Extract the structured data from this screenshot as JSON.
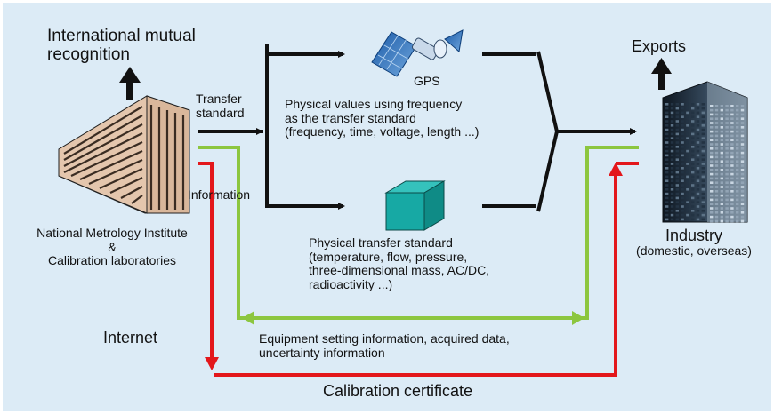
{
  "labels": {
    "international_recognition": [
      "International mutual",
      "recognition"
    ],
    "exports": "Exports",
    "transfer_standard": [
      "Transfer",
      "standard"
    ],
    "information": "Information",
    "gps": "GPS",
    "physical_values": [
      "Physical values using frequency",
      "as the transfer standard",
      "(frequency, time, voltage, length ...)"
    ],
    "physical_transfer_standard": [
      "Physical transfer standard",
      "(temperature, flow, pressure,",
      "three-dimensional mass, AC/DC,",
      "radioactivity ...)"
    ],
    "nmi": [
      "National Metrology Institute",
      "&",
      "Calibration laboratories"
    ],
    "industry": [
      "Industry",
      "(domestic, overseas)"
    ],
    "internet": "Internet",
    "equipment_info": [
      "Equipment setting information, acquired data,",
      "uncertainty information"
    ],
    "calibration_certificate": "Calibration certificate"
  },
  "colors": {
    "background": "#dcebf6",
    "transfer_arrow": "#111111",
    "information_arrow": "#8cc63f",
    "certificate_arrow": "#e3171b",
    "cube": "#17a9a4"
  },
  "icons": {
    "nmi_building": "building-icon",
    "industry_building": "skyscraper-icon",
    "satellite": "satellite-icon",
    "cube": "cube-icon"
  }
}
